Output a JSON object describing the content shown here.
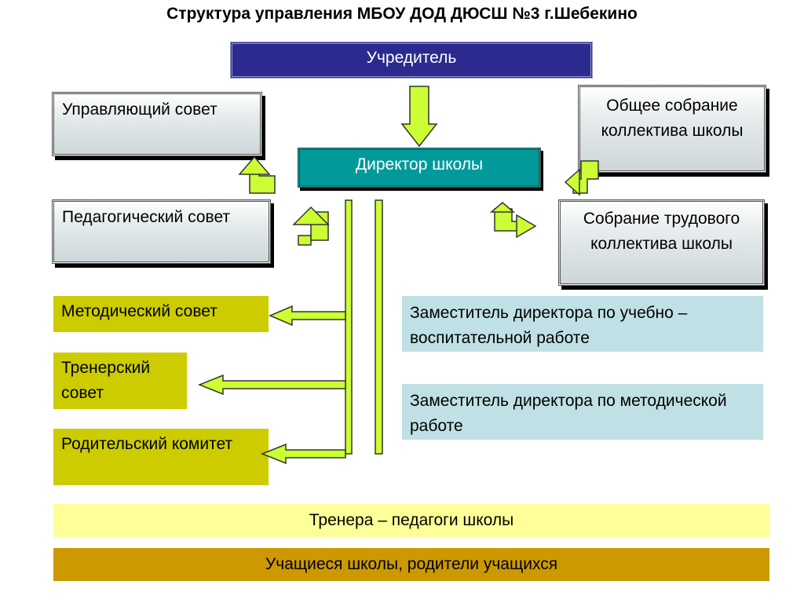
{
  "title": "Структура управления МБОУ ДОД ДЮСШ №3 г.Шебекино",
  "nodes": {
    "founder": "Учредитель",
    "director": "Директор школы",
    "managing_council": "Управляющий совет",
    "general_meeting": "Общее собрание коллектива школы",
    "pedagogical_council": "Педагогический совет",
    "labor_meeting": "Собрание трудового коллектива школы",
    "methodical_council": "Методический совет",
    "coaching_council": "Тренерский совет",
    "parent_committee": "Родительский комитет",
    "deputy_educational": "Заместитель директора по учебно – воспитательной работе",
    "deputy_methodical": "Заместитель директора по методической работе",
    "coaches": "Тренера – педагоги школы",
    "students": "Учащиеся школы, родители учащихся"
  },
  "colors": {
    "founder": "#2b2b8f",
    "director": "#009a9a",
    "olive": "#cccc00",
    "light_blue": "#bfe0e4",
    "light_yellow": "#ffff99",
    "gold": "#cc9900",
    "arrow": "#ccff33"
  }
}
